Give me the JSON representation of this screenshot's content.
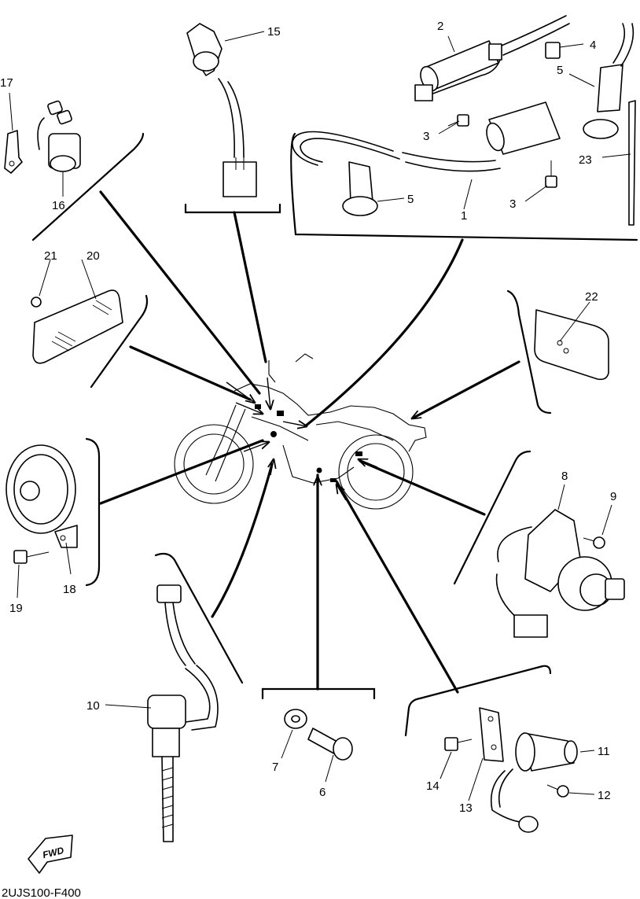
{
  "diagram": {
    "drawing_code": "2UJS100-F400",
    "fwd_label": "FWD",
    "part_numbers": [
      "1",
      "2",
      "3",
      "3",
      "4",
      "5",
      "5",
      "6",
      "7",
      "8",
      "9",
      "10",
      "11",
      "12",
      "13",
      "14",
      "15",
      "16",
      "17",
      "18",
      "19",
      "20",
      "21",
      "22",
      "23"
    ]
  }
}
